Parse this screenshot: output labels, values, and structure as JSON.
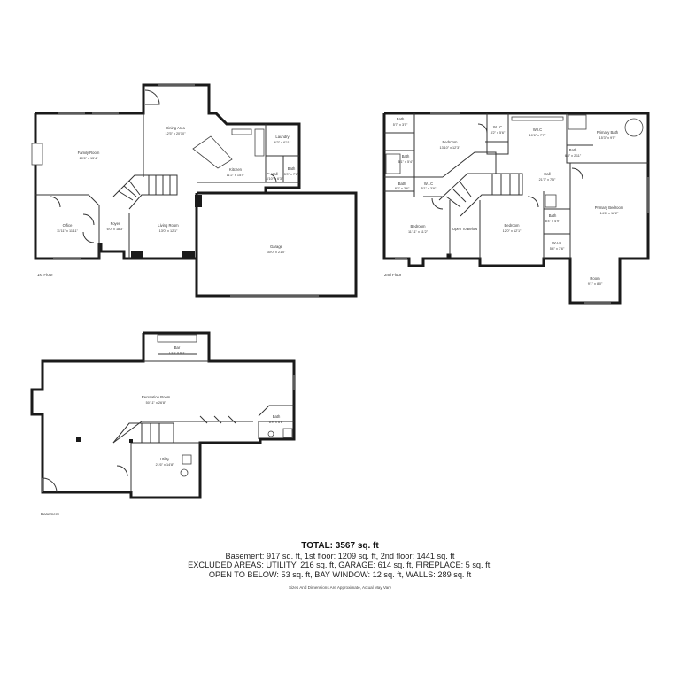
{
  "floors": {
    "first": {
      "label": "1st Floor",
      "rooms": {
        "family_room": {
          "name": "Family Room",
          "dim": "20'6\" x 15'4\""
        },
        "dining_area": {
          "name": "Dining Area",
          "dim": "12'5\" x 20'10\""
        },
        "kitchen": {
          "name": "Kitchen",
          "dim": "11'2\" x 15'4\""
        },
        "laundry": {
          "name": "Laundry",
          "dim": "6'3\" x 6'11\""
        },
        "hall": {
          "name": "Hall",
          "dim": "4'10\" x 6'3\""
        },
        "bath": {
          "name": "Bath",
          "dim": "5'0\" x 7'8\""
        },
        "office": {
          "name": "Office",
          "dim": "11'11\" x 11'11\""
        },
        "foyer": {
          "name": "Foyer",
          "dim": "6'0\" x 18'3\""
        },
        "living_room": {
          "name": "Living Room",
          "dim": "13'0\" x 12'1\""
        },
        "garage": {
          "name": "Garage",
          "dim": "30'0\" x 21'0\""
        }
      }
    },
    "second": {
      "label": "2nd Floor",
      "rooms": {
        "bath_a": {
          "name": "Bath",
          "dim": "5'7\" x 3'5\""
        },
        "bath_b": {
          "name": "Bath",
          "dim": "5'1\" x 5'4\""
        },
        "bath_c": {
          "name": "Bath",
          "dim": "8'3\" x 3'6\""
        },
        "wic_c": {
          "name": "W.I.C",
          "dim": "5'1\" x 3'9\""
        },
        "bedroom_top": {
          "name": "Bedroom",
          "dim": "13'10\" x 12'3\""
        },
        "wic_d": {
          "name": "W.I.C",
          "dim": "4'2\" x 5'6\""
        },
        "wic_big": {
          "name": "W.I.C",
          "dim": "10'6\" x 7'7\""
        },
        "primary_bath": {
          "name": "Primary Bath",
          "dim": "15'3\" x 9'5\""
        },
        "bath_e": {
          "name": "Bath",
          "dim": "6'8\" x 2'11\""
        },
        "hall": {
          "name": "Hall",
          "dim": "21'7\" x 7'5\""
        },
        "bedroom_left": {
          "name": "Bedroom",
          "dim": "11'11\" x 11'2\""
        },
        "open_below": {
          "name": "Open To Below",
          "dim": ""
        },
        "bedroom_mid": {
          "name": "Bedroom",
          "dim": "12'0\" x 12'1\""
        },
        "bath_f": {
          "name": "Bath",
          "dim": "8'4\" x 4'9\""
        },
        "wic_f": {
          "name": "W.I.C",
          "dim": "5'4\" x 3'6\""
        },
        "primary_bedroom": {
          "name": "Primary Bedroom",
          "dim": "14'6\" x 18'2\""
        },
        "room": {
          "name": "Room",
          "dim": "9'1\" x 8'0\""
        }
      }
    },
    "basement": {
      "label": "Basement",
      "rooms": {
        "bar": {
          "name": "Bar",
          "dim": "13'3\" x 6'3\""
        },
        "recreation_room": {
          "name": "Recreation Room",
          "dim": "50'11\" x 26'8\""
        },
        "bath": {
          "name": "Bath",
          "dim": "6'9\" x 6'8\""
        },
        "utility": {
          "name": "Utility",
          "dim": "21'6\" x 14'8\""
        }
      }
    }
  },
  "summary": {
    "total": "TOTAL: 3567 sq. ft",
    "line1": "Basement: 917 sq. ft, 1st floor: 1209 sq. ft, 2nd floor: 1441 sq. ft",
    "line2": "EXCLUDED AREAS: UTILITY: 216 sq. ft, GARAGE: 614 sq. ft, FIREPLACE: 5 sq. ft,",
    "line3": "OPEN TO BELOW: 53 sq. ft, BAY WINDOW: 12 sq. ft, WALLS: 289 sq. ft",
    "disclaimer": "Sizes And Dimensions Are Approximate, Actual May Vary"
  }
}
